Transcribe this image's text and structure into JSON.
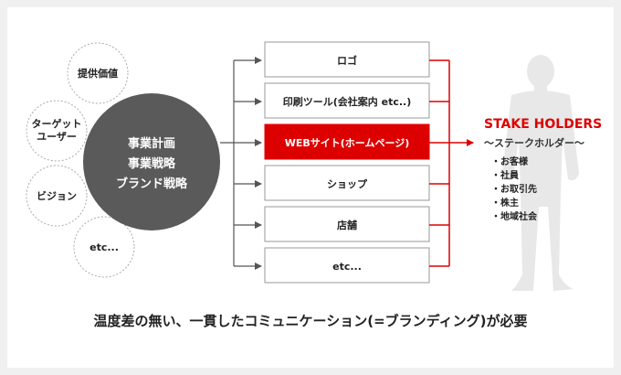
{
  "center": {
    "lines": [
      "事業計画",
      "事業戦略",
      "ブランド戦略"
    ]
  },
  "satellites": [
    "提供価値",
    "ターゲット\nユーザー",
    "ビジョン",
    "etc..."
  ],
  "channels": [
    {
      "label": "ロゴ",
      "highlight": false
    },
    {
      "label": "印刷ツール(会社案内 etc..)",
      "highlight": false
    },
    {
      "label": "WEBサイト(ホームページ)",
      "highlight": true
    },
    {
      "label": "ショップ",
      "highlight": false
    },
    {
      "label": "店舗",
      "highlight": false
    },
    {
      "label": "etc...",
      "highlight": false
    }
  ],
  "stakeholders": {
    "title": "STAKE HOLDERS",
    "subtitle": "〜ステークホルダー〜",
    "items": [
      "・お客様",
      "・社員",
      "・お取引先",
      "・株主",
      "・地域社会"
    ]
  },
  "caption": "温度差の無い、一貫したコミュニケーション(=ブランディング)が必要",
  "colors": {
    "accent": "#dd0000",
    "center_fill": "#5a5a5a",
    "arrow": "#555555",
    "silhouette": "#e8e8e8",
    "box_border": "#999999"
  }
}
